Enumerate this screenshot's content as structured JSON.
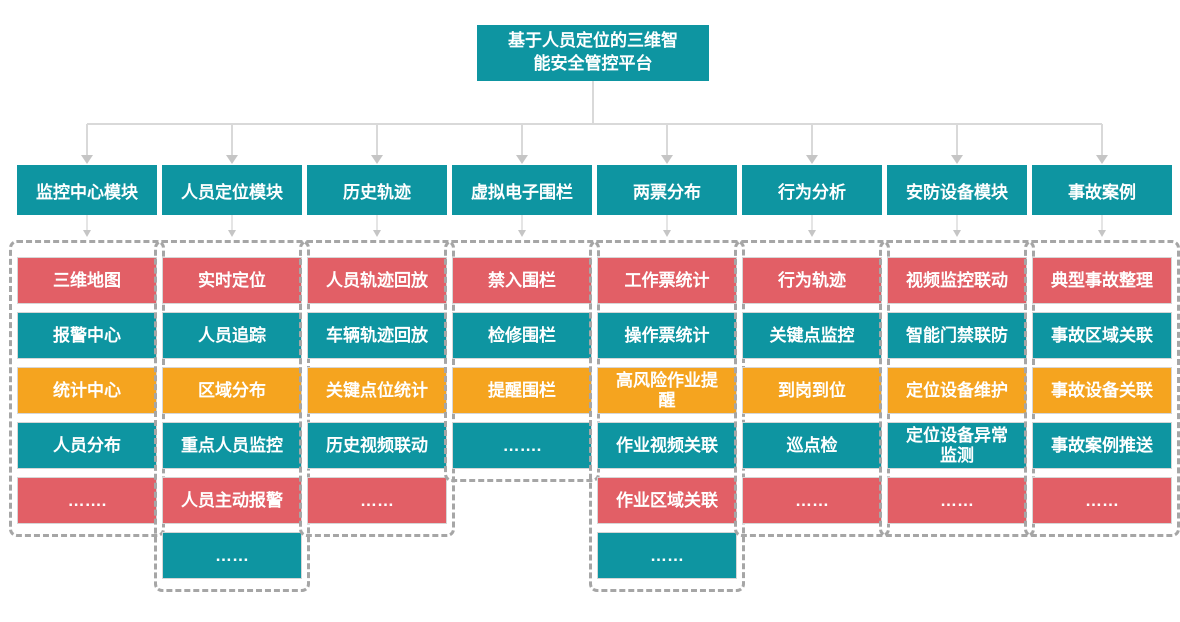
{
  "diagram": {
    "root": {
      "label": "基于人员定位的三维智能安全管控平台"
    },
    "colors": {
      "teal": "#0E95A1",
      "red": "#E25F66",
      "orange": "#F5A41F",
      "connector": "#D9D9D9",
      "arrow": "#C5C5C5",
      "sub_connector": "#DCDCDC",
      "dashed_border": "#A6A6A6"
    },
    "modules": [
      {
        "label": "监控中心模块",
        "items": [
          {
            "label": "三维地图",
            "color": "red"
          },
          {
            "label": "报警中心",
            "color": "teal"
          },
          {
            "label": "统计中心",
            "color": "orange"
          },
          {
            "label": "人员分布",
            "color": "teal"
          },
          {
            "label": "…….",
            "color": "red"
          }
        ]
      },
      {
        "label": "人员定位模块",
        "items": [
          {
            "label": "实时定位",
            "color": "red"
          },
          {
            "label": "人员追踪",
            "color": "teal"
          },
          {
            "label": "区域分布",
            "color": "orange"
          },
          {
            "label": "重点人员监控",
            "color": "teal"
          },
          {
            "label": "人员主动报警",
            "color": "red"
          },
          {
            "label": "……",
            "color": "teal"
          }
        ]
      },
      {
        "label": "历史轨迹",
        "items": [
          {
            "label": "人员轨迹回放",
            "color": "red"
          },
          {
            "label": "车辆轨迹回放",
            "color": "teal"
          },
          {
            "label": "关键点位统计",
            "color": "orange"
          },
          {
            "label": "历史视频联动",
            "color": "teal"
          },
          {
            "label": "……",
            "color": "red"
          }
        ]
      },
      {
        "label": "虚拟电子围栏",
        "items": [
          {
            "label": "禁入围栏",
            "color": "red"
          },
          {
            "label": "检修围栏",
            "color": "teal"
          },
          {
            "label": "提醒围栏",
            "color": "orange"
          },
          {
            "label": "…….",
            "color": "teal"
          }
        ]
      },
      {
        "label": "两票分布",
        "items": [
          {
            "label": "工作票统计",
            "color": "red"
          },
          {
            "label": "操作票统计",
            "color": "teal"
          },
          {
            "label": "高风险作业提醒",
            "color": "orange"
          },
          {
            "label": "作业视频关联",
            "color": "teal"
          },
          {
            "label": "作业区域关联",
            "color": "red"
          },
          {
            "label": "……",
            "color": "teal"
          }
        ]
      },
      {
        "label": "行为分析",
        "items": [
          {
            "label": "行为轨迹",
            "color": "red"
          },
          {
            "label": "关键点监控",
            "color": "teal"
          },
          {
            "label": "到岗到位",
            "color": "orange"
          },
          {
            "label": "巡点检",
            "color": "teal"
          },
          {
            "label": "……",
            "color": "red"
          }
        ]
      },
      {
        "label": "安防设备模块",
        "items": [
          {
            "label": "视频监控联动",
            "color": "red"
          },
          {
            "label": "智能门禁联防",
            "color": "teal"
          },
          {
            "label": "定位设备维护",
            "color": "orange"
          },
          {
            "label": "定位设备异常监测",
            "color": "teal"
          },
          {
            "label": "……",
            "color": "red"
          }
        ]
      },
      {
        "label": "事故案例",
        "items": [
          {
            "label": "典型事故整理",
            "color": "red"
          },
          {
            "label": "事故区域关联",
            "color": "teal"
          },
          {
            "label": "事故设备关联",
            "color": "orange"
          },
          {
            "label": "事故案例推送",
            "color": "teal"
          },
          {
            "label": "……",
            "color": "red"
          }
        ]
      }
    ]
  }
}
